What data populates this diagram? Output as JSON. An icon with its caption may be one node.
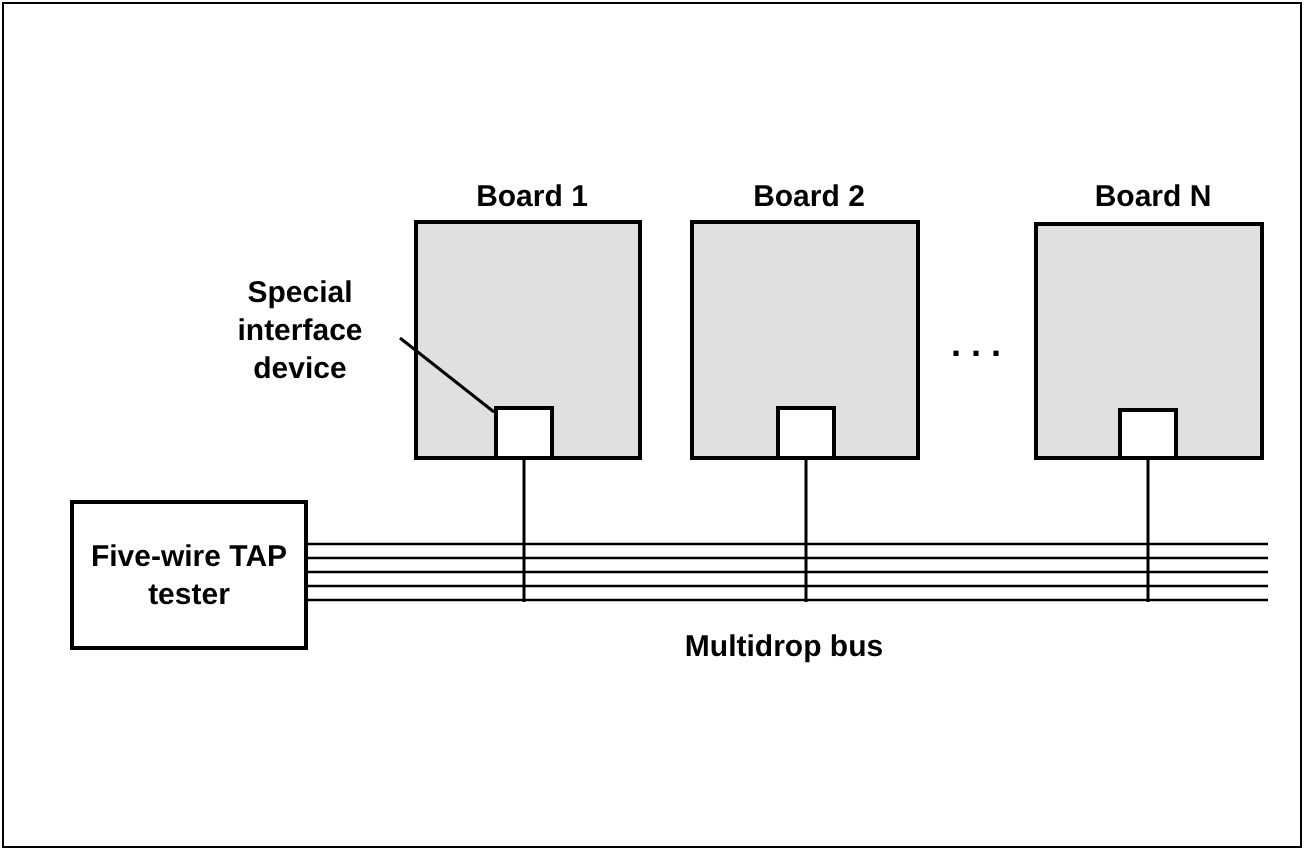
{
  "diagram": {
    "nodes": [
      {
        "text": [
          "Board 1"
        ]
      },
      {
        "text": [],
        "shape": "box",
        "in": 0
      },
      {
        "text": [
          "Board 2"
        ]
      },
      {
        "text": [],
        "shape": "box",
        "in": 2
      },
      {
        "text": [
          "Board N"
        ]
      },
      {
        "text": [],
        "shape": "box",
        "in": 4
      },
      {
        "text": [
          "Five-wire TAP tester"
        ]
      },
      {
        "text": [
          "Multidrop bus"
        ]
      },
      {
        "text": [
          "Special interface device"
        ]
      }
    ],
    "edges": [
      {
        "from": 8,
        "to": 1,
        "arrow": "none"
      },
      {
        "from": 1,
        "to": 7,
        "arrow": "none"
      },
      {
        "from": 3,
        "to": 7,
        "arrow": "none"
      },
      {
        "from": 5,
        "to": 7,
        "arrow": "none"
      },
      {
        "from": 6,
        "to": 7,
        "arrow": "none"
      }
    ],
    "labels": [
      ". . ."
    ]
  }
}
